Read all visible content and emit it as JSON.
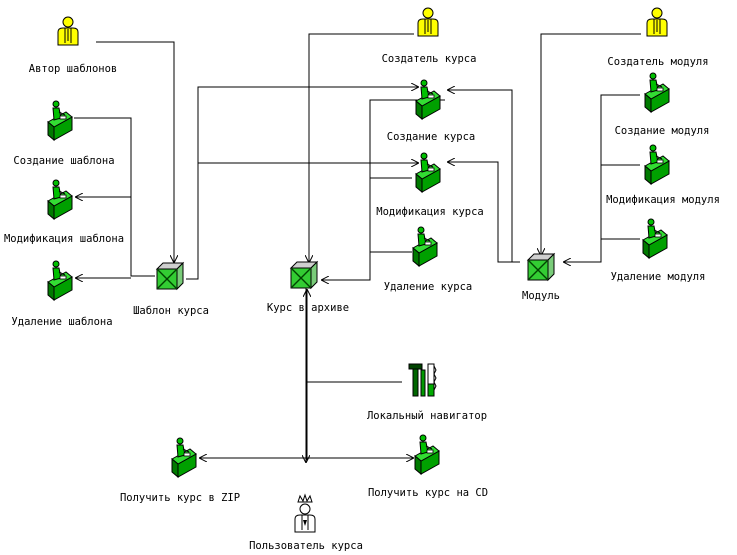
{
  "labels": {
    "author_templates": "Автор шаблонов",
    "create_template": "Создание шаблона",
    "modify_template": "Модификация шаблона",
    "delete_template": "Удаление шаблона",
    "course_template": "Шаблон курса",
    "course_creator": "Создатель курса",
    "create_course": "Создание курса",
    "modify_course": "Модификация курса",
    "delete_course": "Удаление курса",
    "course_archive": "Курс в архиве",
    "module_creator": "Создатель модуля",
    "create_module": "Создание модуля",
    "modify_module": "Модификация модуля",
    "delete_module": "Удаление модуля",
    "module": "Модуль",
    "local_navigator": "Локальный навигатор",
    "get_zip": "Получить курс в ZIP",
    "get_cd": "Получить курс на CD",
    "course_user": "Пользователь курса"
  },
  "colors": {
    "actor_fill": "#ffff00",
    "tool_fill": "#00c000",
    "entity_fill": "#33cc33",
    "line": "#000000"
  },
  "icons": {
    "actor": "person-icon",
    "crowned_actor": "crowned-person-icon",
    "worker": "worker-at-desk-icon",
    "entity": "box-entity-icon",
    "tools": "tools-icon"
  }
}
